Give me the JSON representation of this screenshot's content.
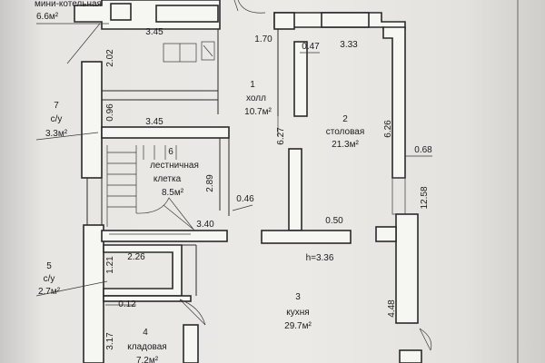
{
  "rooms": {
    "boiler": {
      "name": "мини-котельная",
      "area": "6.6м²"
    },
    "hall": {
      "number": "1",
      "name": "холл",
      "area": "10.7м²"
    },
    "dining": {
      "number": "2",
      "name": "столовая",
      "area": "21.3м²"
    },
    "kitchen": {
      "number": "3",
      "name": "кухня",
      "area": "29.7м²"
    },
    "storage": {
      "number": "4",
      "name": "кладовая",
      "area": "7.2м²"
    },
    "wc5": {
      "number": "5",
      "name": "с/у",
      "area": "2.7м²"
    },
    "stair": {
      "number": "6",
      "name": "лестничная",
      "name2": "клетка",
      "area": "8.5м²"
    },
    "wc7": {
      "number": "7",
      "name": "с/у",
      "area": "3.3м²"
    }
  },
  "dimensions": {
    "d345_top": "3.45",
    "d170": "1.70",
    "d047": "0.47",
    "d333": "3.33",
    "d202": "2.02",
    "d096": "0.96",
    "d345_mid": "3.45",
    "d627": "6.27",
    "d626": "6.26",
    "d068": "0.68",
    "d289": "2.89",
    "d046": "0.46",
    "d340": "3.40",
    "d050": "0.50",
    "d1258": "12.58",
    "d226": "2.26",
    "height": "h=3.36",
    "d121": "1.21",
    "d012": "0.12",
    "d448": "4.48",
    "d317": "3.17"
  }
}
